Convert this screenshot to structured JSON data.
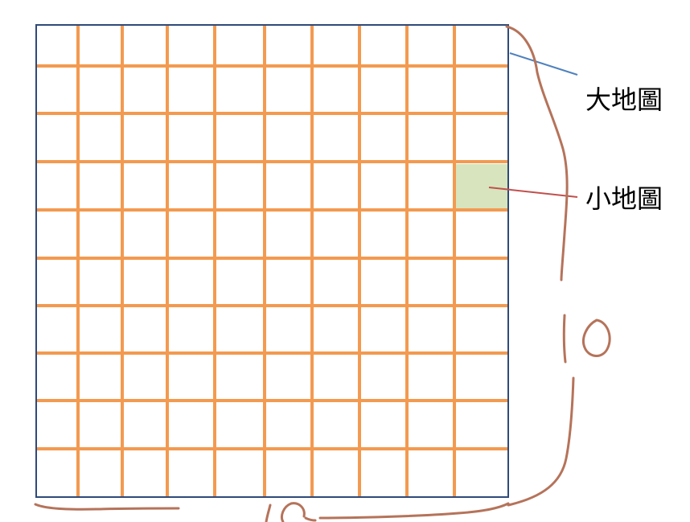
{
  "diagram": {
    "big_map_label": "大地圖",
    "small_map_label": "小地圖",
    "dimension_label": "10",
    "grid_columns": 10,
    "grid_rows": 10,
    "highlighted_cell": {
      "row": 3,
      "col": 9
    },
    "colors": {
      "frame": "#2e4a7a",
      "grid_lines": "#f39a50",
      "highlight_fill": "#d7e4bd",
      "big_map_leader": "#4f81bd",
      "small_map_leader": "#c0504d",
      "handwriting": "#b5735a"
    }
  }
}
